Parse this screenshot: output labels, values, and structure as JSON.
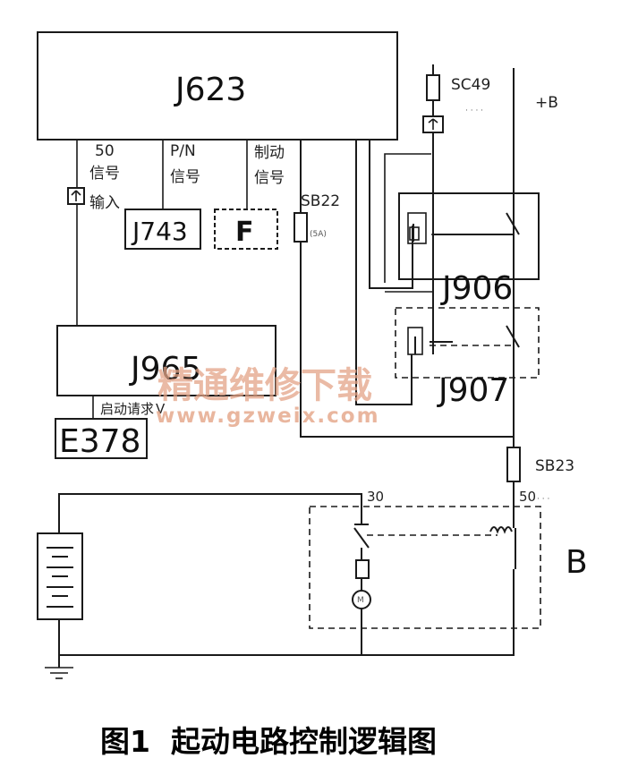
{
  "modules": {
    "j623": "J623",
    "j743": "J743",
    "f": "F",
    "j965": "J965",
    "e378": "E378",
    "j906": "J906",
    "j907": "J907",
    "b": "B"
  },
  "fuses": {
    "sc49": "SC49",
    "sb22": "SB22",
    "sb23": "SB23"
  },
  "signals": {
    "s50_top": "50",
    "s50_mid": "信号",
    "s50_bottom": "输入",
    "pn_top": "P/N",
    "pn_bottom": "信号",
    "brake_top": "制动",
    "brake_bottom": "信号",
    "plus_b": "+B",
    "start_request": "启动请求",
    "terminal_30": "30",
    "terminal_50": "50"
  },
  "caption": "图1  起动电路控制逻辑图",
  "watermark": {
    "line1": "精通维修下载",
    "line2": "www.gzweix.com"
  }
}
